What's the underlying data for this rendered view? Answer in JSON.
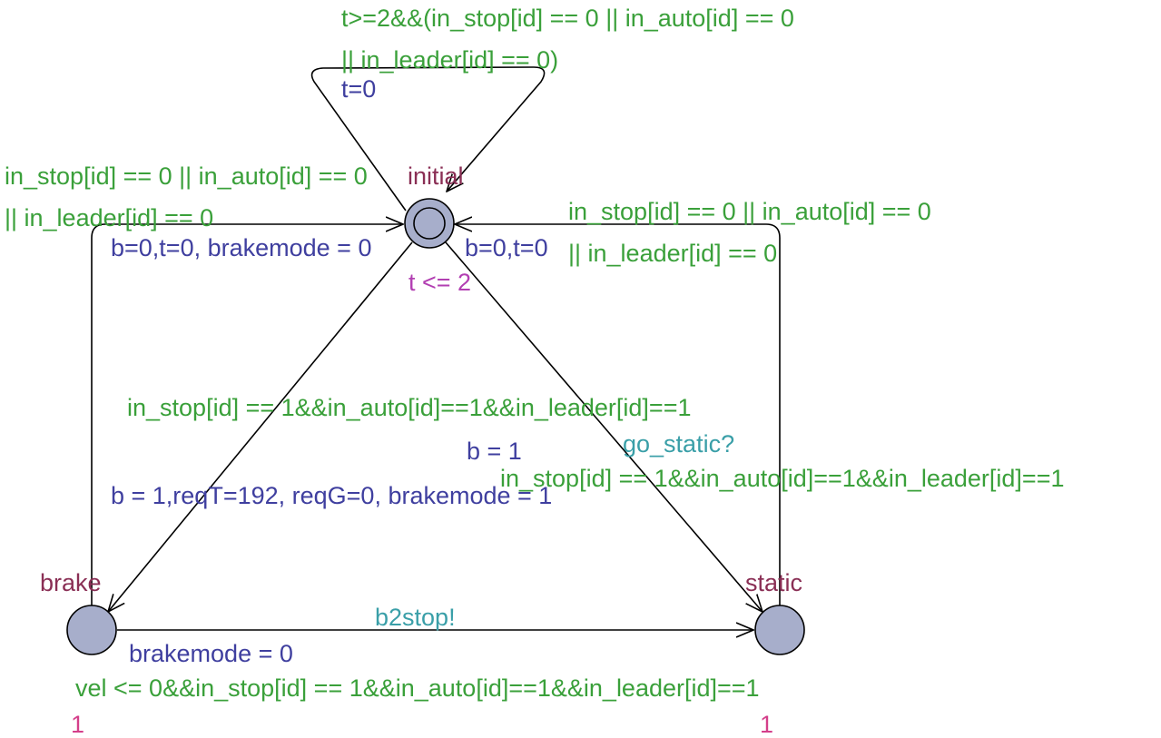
{
  "colors": {
    "guard": "#3aa03a",
    "update": "#3f3f9f",
    "sync": "#3a9fa8",
    "location_name": "#8a2f55",
    "invariant": "#b23fb2",
    "rate": "#d43f8a",
    "node_fill": "#a7aecb",
    "edge": "#000000"
  },
  "locations": {
    "initial": {
      "name": "initial",
      "invariant": "t <= 2",
      "committed_marker": "double-circle"
    },
    "brake": {
      "name": "brake",
      "rate": "1"
    },
    "static": {
      "name": "static",
      "rate": "1"
    }
  },
  "edges": {
    "self_loop": {
      "guard_line1": "t>=2&&(in_stop[id] == 0 || in_auto[id] == 0",
      "guard_line2": "|| in_leader[id] == 0)",
      "update": "t=0"
    },
    "brake_to_initial": {
      "guard_line1": "in_stop[id] == 0 || in_auto[id] == 0",
      "guard_line2": "|| in_leader[id] == 0",
      "update": "b=0,t=0, brakemode = 0"
    },
    "static_to_initial": {
      "guard_line1": "in_stop[id] == 0 || in_auto[id] == 0",
      "guard_line2": "|| in_leader[id] == 0",
      "update": "b=0,t=0"
    },
    "initial_to_brake": {
      "guard": "in_stop[id] == 1&&in_auto[id]==1&&in_leader[id]==1",
      "update": "b = 1,reqT=192, reqG=0, brakemode = 1"
    },
    "initial_to_static": {
      "sync": "go_static?",
      "guard": "in_stop[id] == 1&&in_auto[id]==1&&in_leader[id]==1",
      "update": "b = 1"
    },
    "brake_to_static": {
      "sync": "b2stop!",
      "update": "brakemode = 0",
      "guard": "vel <= 0&&in_stop[id] == 1&&in_auto[id]==1&&in_leader[id]==1"
    }
  }
}
